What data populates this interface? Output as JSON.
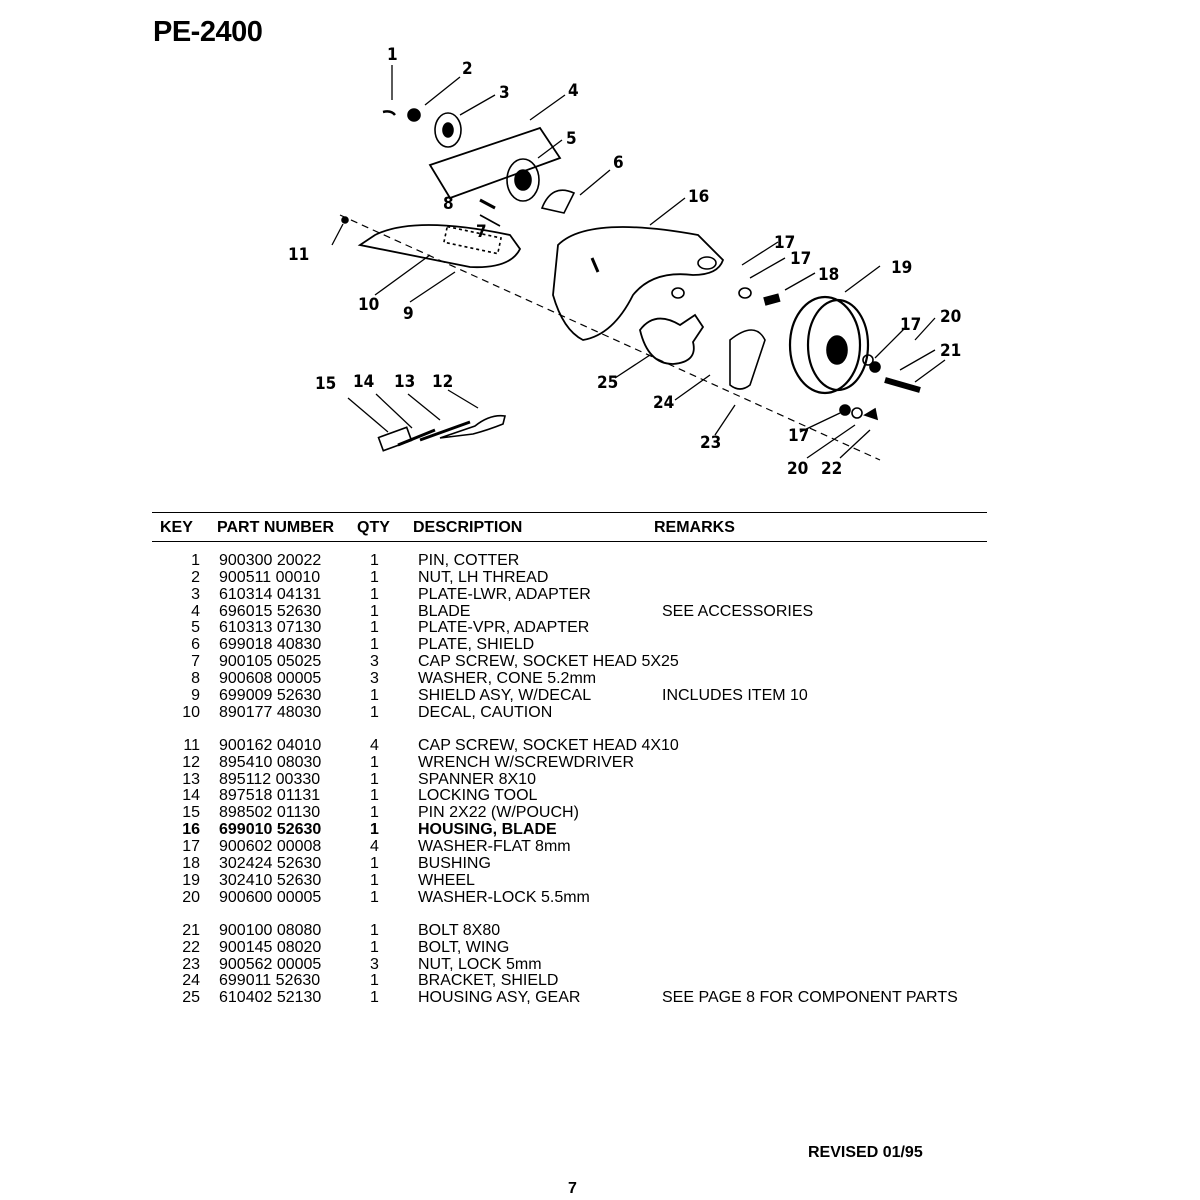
{
  "document": {
    "title": "PE-2400",
    "revised": "REVISED  01/95",
    "page_number": "7"
  },
  "table": {
    "headers": {
      "key": "KEY",
      "part_number": "PART NUMBER",
      "qty": "QTY",
      "description": "DESCRIPTION",
      "remarks": "REMARKS"
    },
    "groups": [
      [
        {
          "key": "1",
          "part": "900300 20022",
          "qty": "1",
          "desc": "PIN, COTTER",
          "remarks": ""
        },
        {
          "key": "2",
          "part": "900511 00010",
          "qty": "1",
          "desc": "NUT, LH THREAD",
          "remarks": ""
        },
        {
          "key": "3",
          "part": "610314 04131",
          "qty": "1",
          "desc": "PLATE-LWR, ADAPTER",
          "remarks": ""
        },
        {
          "key": "4",
          "part": "696015 52630",
          "qty": "1",
          "desc": "BLADE",
          "remarks": "SEE  ACCESSORIES"
        },
        {
          "key": "5",
          "part": "610313 07130",
          "qty": "1",
          "desc": "PLATE-VPR,  ADAPTER",
          "remarks": ""
        },
        {
          "key": "6",
          "part": "699018 40830",
          "qty": "1",
          "desc": "PLATE, SHIELD",
          "remarks": ""
        },
        {
          "key": "7",
          "part": "900105 05025",
          "qty": "3",
          "desc": "CAP SCREW, SOCKET HEAD  5X25",
          "remarks": ""
        },
        {
          "key": "8",
          "part": "900608 00005",
          "qty": "3",
          "desc": "WASHER, CONE   5.2mm",
          "remarks": ""
        },
        {
          "key": "9",
          "part": "699009 52630",
          "qty": "1",
          "desc": "SHIELD ASY,  W/DECAL",
          "remarks": "INCLUDES ITEM 10"
        },
        {
          "key": "10",
          "part": "890177 48030",
          "qty": "1",
          "desc": "DECAL, CAUTION",
          "remarks": ""
        }
      ],
      [
        {
          "key": "11",
          "part": "900162 04010",
          "qty": "4",
          "desc": "CAP SCREW, SOCKET HEAD  4X10",
          "remarks": ""
        },
        {
          "key": "12",
          "part": "895410 08030",
          "qty": "1",
          "desc": "WRENCH W/SCREWDRIVER",
          "remarks": ""
        },
        {
          "key": "13",
          "part": "895112 00330",
          "qty": "1",
          "desc": "SPANNER  8X10",
          "remarks": ""
        },
        {
          "key": "14",
          "part": "897518 01131",
          "qty": "1",
          "desc": "LOCKING TOOL",
          "remarks": ""
        },
        {
          "key": "15",
          "part": "898502 01130",
          "qty": "1",
          "desc": "PIN  2X22 (W/POUCH)",
          "remarks": ""
        },
        {
          "key": "16",
          "part": "699010 52630",
          "qty": "1",
          "desc": "HOUSING, BLADE",
          "remarks": "",
          "bold": true
        },
        {
          "key": "17",
          "part": "900602 00008",
          "qty": "4",
          "desc": "WASHER-FLAT  8mm",
          "remarks": ""
        },
        {
          "key": "18",
          "part": "302424 52630",
          "qty": "1",
          "desc": "BUSHING",
          "remarks": ""
        },
        {
          "key": "19",
          "part": "302410 52630",
          "qty": "1",
          "desc": "WHEEL",
          "remarks": ""
        },
        {
          "key": "20",
          "part": "900600 00005",
          "qty": "1",
          "desc": "WASHER-LOCK  5.5mm",
          "remarks": ""
        }
      ],
      [
        {
          "key": "21",
          "part": "900100 08080",
          "qty": "1",
          "desc": "BOLT  8X80",
          "remarks": ""
        },
        {
          "key": "22",
          "part": "900145 08020",
          "qty": "1",
          "desc": "BOLT, WING",
          "remarks": ""
        },
        {
          "key": "23",
          "part": "900562 00005",
          "qty": "3",
          "desc": "NUT, LOCK  5mm",
          "remarks": ""
        },
        {
          "key": "24",
          "part": "699011 52630",
          "qty": "1",
          "desc": "BRACKET,  SHIELD",
          "remarks": ""
        },
        {
          "key": "25",
          "part": "610402 52130",
          "qty": "1",
          "desc": "HOUSING ASY, GEAR",
          "remarks": "SEE PAGE 8 FOR  COMPONENT PARTS"
        }
      ]
    ]
  },
  "diagram": {
    "callouts": [
      "1",
      "2",
      "3",
      "4",
      "5",
      "6",
      "7",
      "8",
      "9",
      "10",
      "11",
      "12",
      "13",
      "14",
      "15",
      "16",
      "17",
      "17",
      "17",
      "17",
      "18",
      "19",
      "20",
      "20",
      "21",
      "22",
      "23",
      "24",
      "25"
    ]
  }
}
